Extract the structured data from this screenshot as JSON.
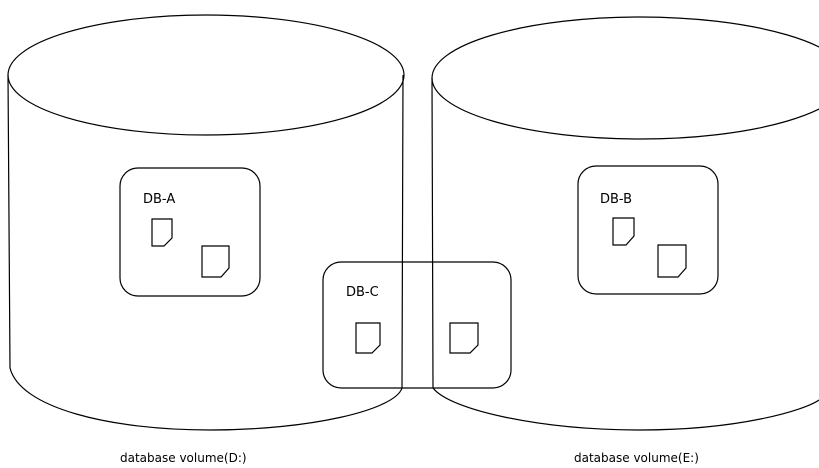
{
  "volumes": [
    {
      "label": "database volume(D:)"
    },
    {
      "label": "database volume(E:)"
    }
  ],
  "databases": [
    {
      "label": "DB-A"
    },
    {
      "label": "DB-B"
    },
    {
      "label": "DB-C"
    }
  ],
  "icons": {
    "file": "file-icon"
  }
}
